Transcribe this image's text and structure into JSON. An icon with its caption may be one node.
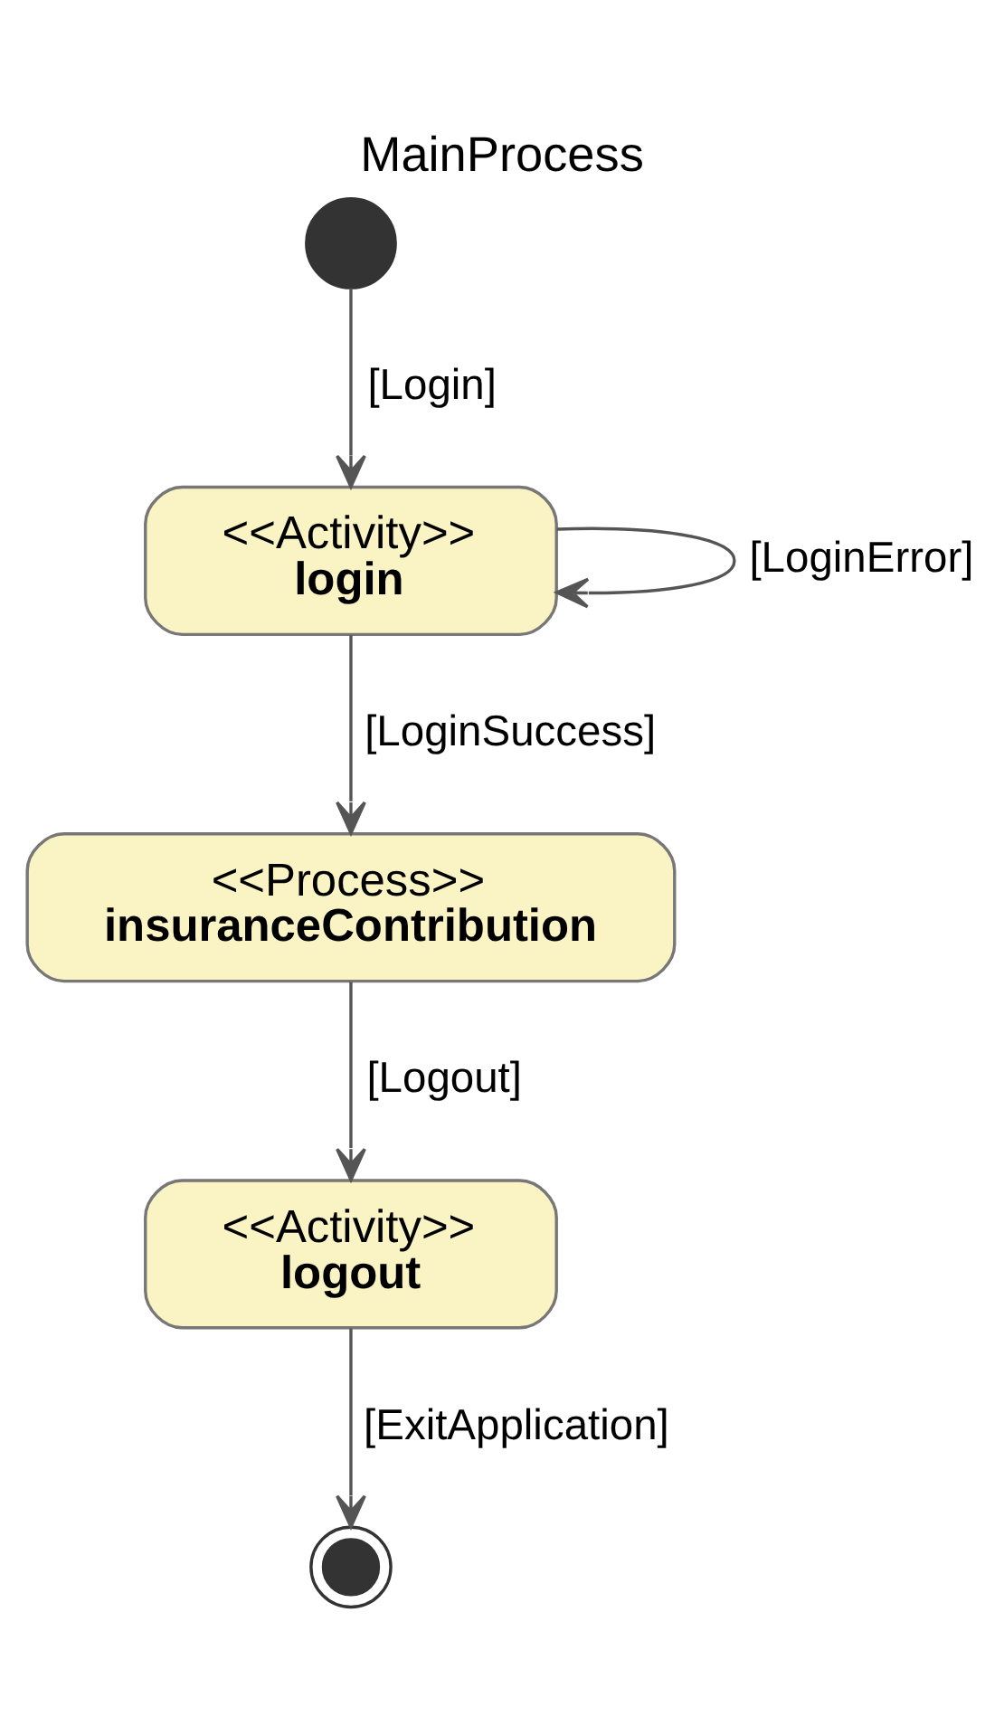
{
  "diagram": {
    "title": "MainProcess",
    "nodes": [
      {
        "text": [],
        "shape": "circle"
      },
      {
        "text": [
          "<<Activity>>",
          "login"
        ]
      },
      {
        "text": [
          "<<Process>>",
          "insuranceContribution"
        ]
      },
      {
        "text": [
          "<<Activity>>",
          "logout"
        ]
      },
      {
        "text": [],
        "shape": "circle"
      }
    ],
    "edges": [
      {
        "from": 0,
        "to": 1,
        "arrow": "to",
        "label": "[Login]"
      },
      {
        "from": 1,
        "to": 1,
        "arrow": "to",
        "label": "[LoginError]"
      },
      {
        "from": 1,
        "to": 2,
        "arrow": "to",
        "label": "[LoginSuccess]"
      },
      {
        "from": 2,
        "to": 3,
        "arrow": "to",
        "label": "[Logout]"
      },
      {
        "from": 3,
        "to": 4,
        "arrow": "to",
        "label": "[ExitApplication]"
      }
    ]
  }
}
